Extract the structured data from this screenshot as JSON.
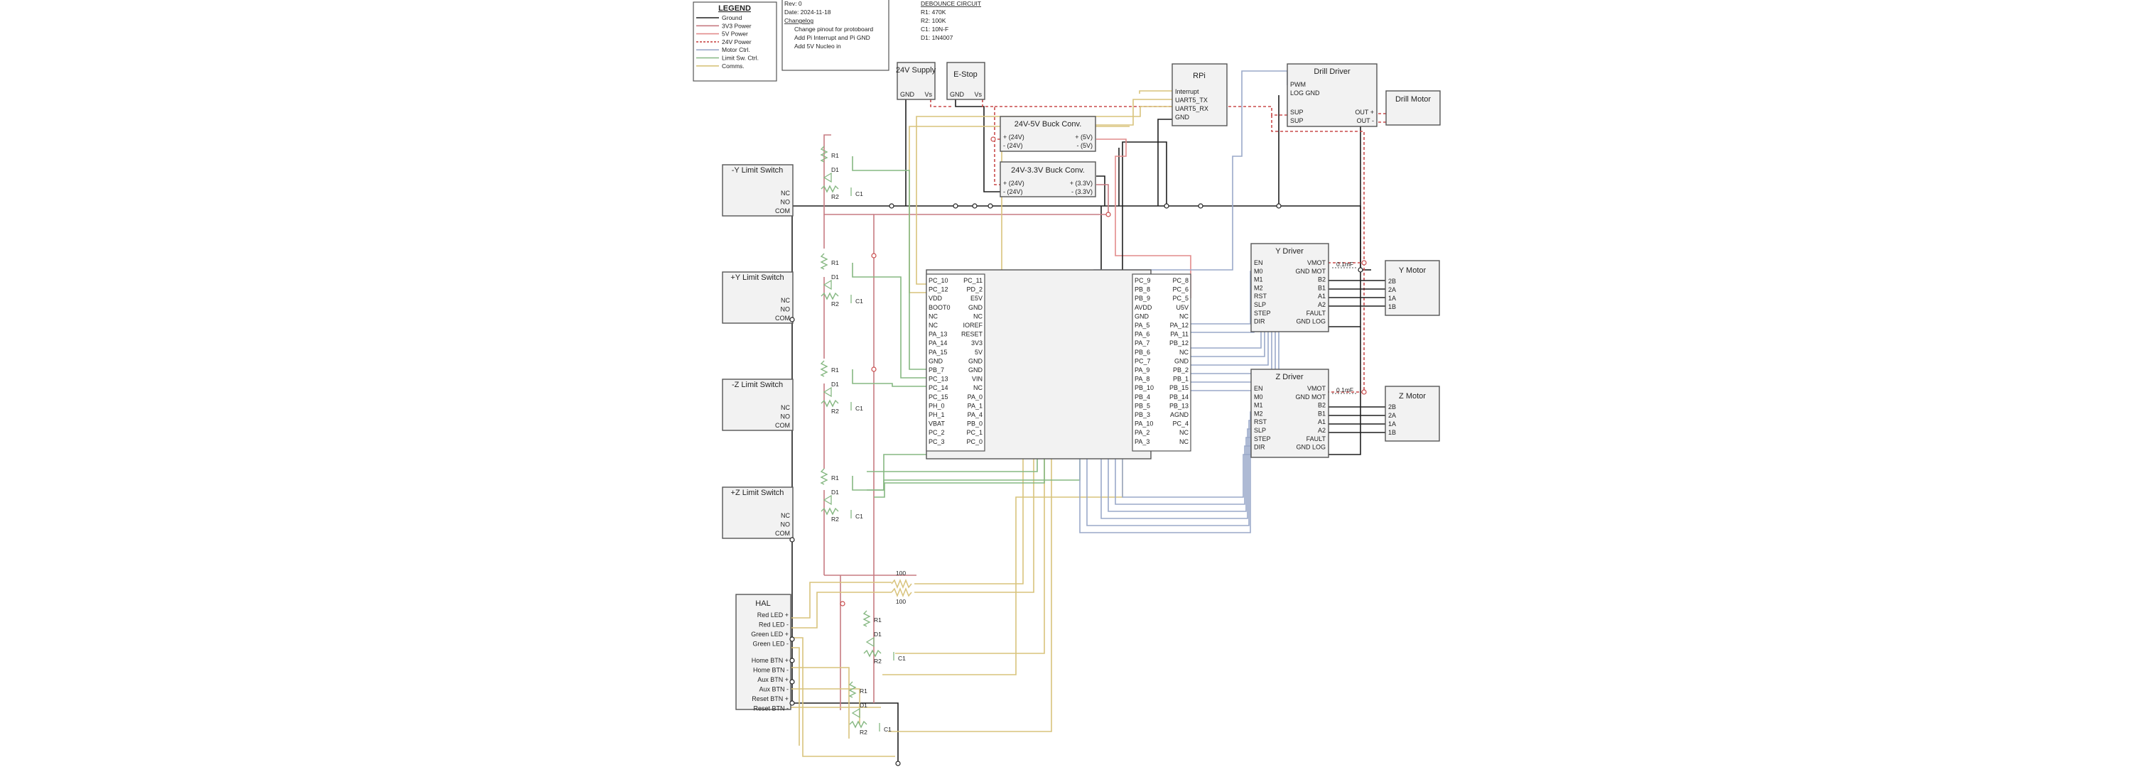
{
  "colors": {
    "ground": "#1f1f1f",
    "power_3v3": "#c77b82",
    "power_5v": "#e28b8b",
    "power_24v": "#c84a4a",
    "motor_ctrl": "#9aa9c9",
    "limit_sw": "#86b882",
    "comms": "#d8c37c"
  },
  "legend": {
    "title": "LEGEND",
    "items": [
      {
        "label": "Ground",
        "color": "#1f1f1f",
        "dash": false
      },
      {
        "label": "3V3 Power",
        "color": "#c77b82",
        "dash": false
      },
      {
        "label": "5V Power",
        "color": "#e28b8b",
        "dash": false
      },
      {
        "label": "24V Power",
        "color": "#c84a4a",
        "dash": true
      },
      {
        "label": "Motor Ctrl.",
        "color": "#9aa9c9",
        "dash": false
      },
      {
        "label": "Limit Sw. Ctrl.",
        "color": "#86b882",
        "dash": false
      },
      {
        "label": "Comms.",
        "color": "#d8c37c",
        "dash": false
      }
    ]
  },
  "revision": {
    "rev": "Rev: 0",
    "date": "Date: 2024-11-18",
    "changelog_title": "Changelog",
    "changes": [
      "Change pinout for protoboard",
      "Add Pi Interrupt and Pi GND",
      "Add 5V Nucleo in"
    ]
  },
  "debounce": {
    "title": "DEBOUNCE CIRCUIT",
    "values": [
      "R1: 470K",
      "R2: 100K",
      "C1: 10N-F",
      "D1: 1N4007"
    ]
  },
  "supply": {
    "title": "24V Supply",
    "pins": [
      "GND",
      "Vs"
    ]
  },
  "estop": {
    "title": "E-Stop",
    "pins": [
      "GND",
      "Vs"
    ]
  },
  "buck5": {
    "title": "24V-5V Buck Conv.",
    "left": [
      "+ (24V)",
      "- (24V)"
    ],
    "right": [
      "+ (5V)",
      "- (5V)"
    ]
  },
  "buck33": {
    "title": "24V-3.3V Buck Conv.",
    "left": [
      "+ (24V)",
      "- (24V)"
    ],
    "right": [
      "+ (3.3V)",
      "- (3.3V)"
    ]
  },
  "rpi": {
    "title": "RPi",
    "pins": [
      "Interrupt",
      "UART5_TX",
      "UART5_RX",
      "GND"
    ]
  },
  "drill_driver": {
    "title": "Drill Driver",
    "left": [
      "PWM",
      "LOG GND",
      "SUP",
      "SUP"
    ],
    "right": [
      "OUT +",
      "OUT -"
    ]
  },
  "drill_motor": {
    "title": "Drill Motor"
  },
  "limit_switches": [
    {
      "title": "-Y Limit Switch",
      "pins": [
        "NC",
        "NO",
        "COM"
      ]
    },
    {
      "title": "+Y Limit Switch",
      "pins": [
        "NC",
        "NO",
        "COM"
      ]
    },
    {
      "title": "-Z Limit Switch",
      "pins": [
        "NC",
        "NO",
        "COM"
      ]
    },
    {
      "title": "+Z Limit Switch",
      "pins": [
        "NC",
        "NO",
        "COM"
      ]
    }
  ],
  "rc_labels": {
    "r1": "R1",
    "r2": "R2",
    "d1": "D1",
    "c1": "C1"
  },
  "hal": {
    "title": "HAL",
    "pins": [
      "Red LED +",
      "Red LED -",
      "Green LED +",
      "Green LED -",
      "Home BTN +",
      "Home BTN -",
      "Aux BTN +",
      "Aux BTN -",
      "Reset BTN +",
      "Reset BTN -"
    ],
    "res_top": "100",
    "res_bottom": "100"
  },
  "nucleo_left": {
    "left": [
      "PC_10",
      "PC_12",
      "VDD",
      "BOOT0",
      "NC",
      "NC",
      "PA_13",
      "PA_14",
      "PA_15",
      "GND",
      "PB_7",
      "PC_13",
      "PC_14",
      "PC_15",
      "PH_0",
      "PH_1",
      "VBAT",
      "PC_2",
      "PC_3"
    ],
    "right": [
      "PC_11",
      "PD_2",
      "E5V",
      "GND",
      "NC",
      "IOREF",
      "RESET",
      "3V3",
      "5V",
      "GND",
      "GND",
      "VIN",
      "NC",
      "PA_0",
      "PA_1",
      "PA_4",
      "PB_0",
      "PC_1",
      "PC_0"
    ]
  },
  "nucleo_right": {
    "left": [
      "PC_9",
      "PB_8",
      "PB_9",
      "AVDD",
      "GND",
      "PA_5",
      "PA_6",
      "PA_7",
      "PB_6",
      "PC_7",
      "PA_9",
      "PA_8",
      "PB_10",
      "PB_4",
      "PB_5",
      "PB_3",
      "PA_10",
      "PA_2",
      "PA_3"
    ],
    "right": [
      "PC_8",
      "PC_6",
      "PC_5",
      "U5V",
      "NC",
      "PA_12",
      "PA_11",
      "PB_12",
      "NC",
      "GND",
      "PB_2",
      "PB_1",
      "PB_15",
      "PB_14",
      "PB_13",
      "AGND",
      "PC_4",
      "NC",
      "NC"
    ]
  },
  "y_driver": {
    "title": "Y Driver",
    "left": [
      "EN",
      "M0",
      "M1",
      "M2",
      "RST",
      "SLP",
      "STEP",
      "DIR"
    ],
    "right": [
      "VMOT",
      "GND MOT",
      "B2",
      "B1",
      "A1",
      "A2",
      "FAULT",
      "GND LOG"
    ],
    "cap": "0.1mF"
  },
  "z_driver": {
    "title": "Z Driver",
    "left": [
      "EN",
      "M0",
      "M1",
      "M2",
      "RST",
      "SLP",
      "STEP",
      "DIR"
    ],
    "right": [
      "VMOT",
      "GND MOT",
      "B2",
      "B1",
      "A1",
      "A2",
      "FAULT",
      "GND LOG"
    ],
    "cap": "0.1mF"
  },
  "y_motor": {
    "title": "Y Motor",
    "pins": [
      "2B",
      "2A",
      "1A",
      "1B"
    ]
  },
  "z_motor": {
    "title": "Z Motor",
    "pins": [
      "2B",
      "2A",
      "1A",
      "1B"
    ]
  }
}
